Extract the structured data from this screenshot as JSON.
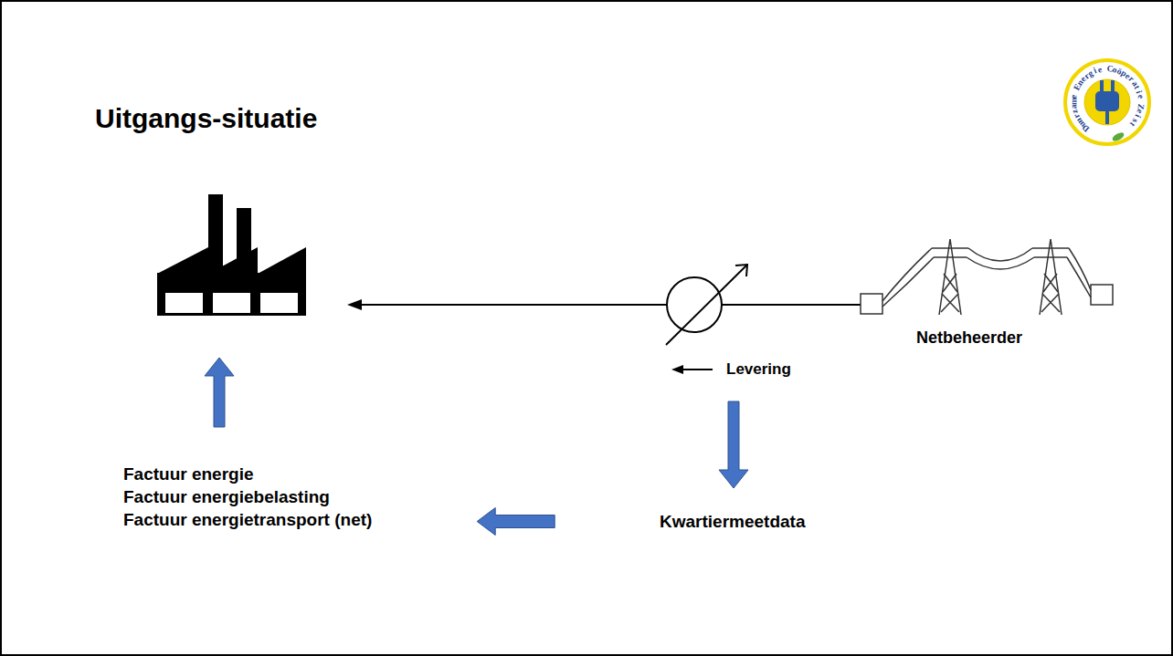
{
  "diagram": {
    "title": "Uitgangs-situatie",
    "nodes": [
      {
        "text": [
          "Factuur energie",
          "Factuur energiebelasting",
          "Factuur energietransport (net)"
        ]
      },
      {
        "text": [
          "Kwartiermeetdata"
        ]
      }
    ],
    "edges": [
      {
        "from": 1,
        "to": 0,
        "arrow": "to"
      }
    ],
    "labels": [
      "Duurzame Energie Coöperatie Zeist",
      "Netbeheerder",
      "Levering"
    ]
  }
}
